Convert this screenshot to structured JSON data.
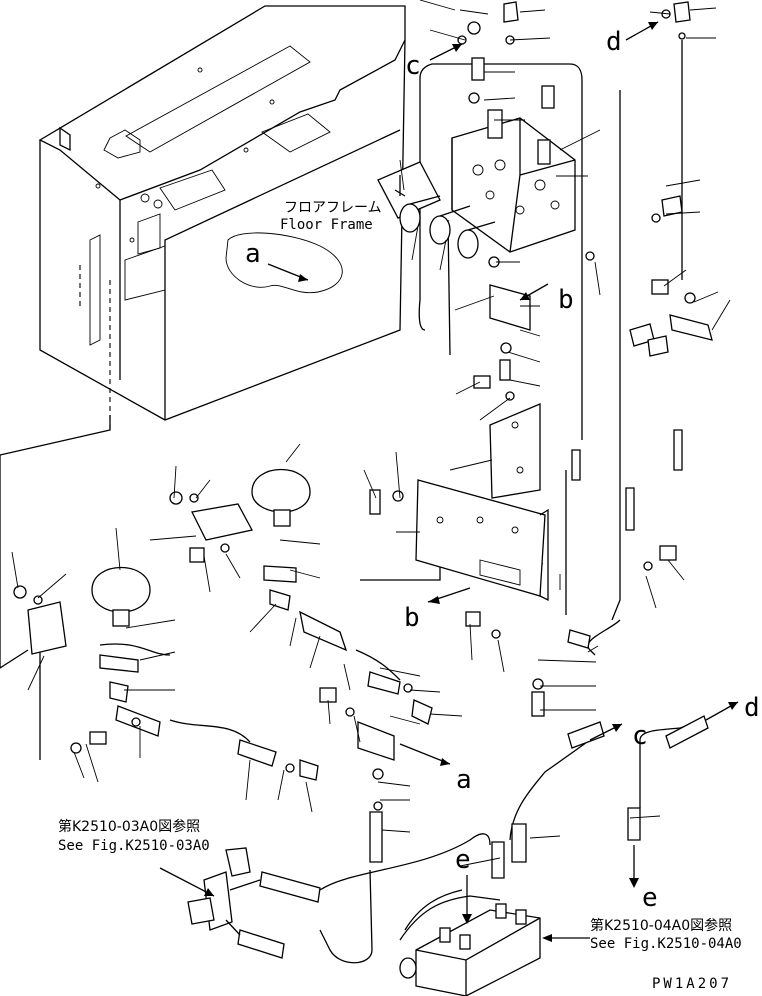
{
  "labels": {
    "floor_frame_jp": "フロアフレーム",
    "floor_frame_en": "Floor Frame",
    "ref_left_jp": "第K2510-03A0図参照",
    "ref_left_en": "See Fig.K2510-03A0",
    "ref_right_jp": "第K2510-04A0図参照",
    "ref_right_en": "See Fig.K2510-04A0",
    "drawing_code": "PW1A207"
  },
  "callouts": {
    "a": "a",
    "b": "b",
    "c": "c",
    "d": "d",
    "e": "e"
  }
}
